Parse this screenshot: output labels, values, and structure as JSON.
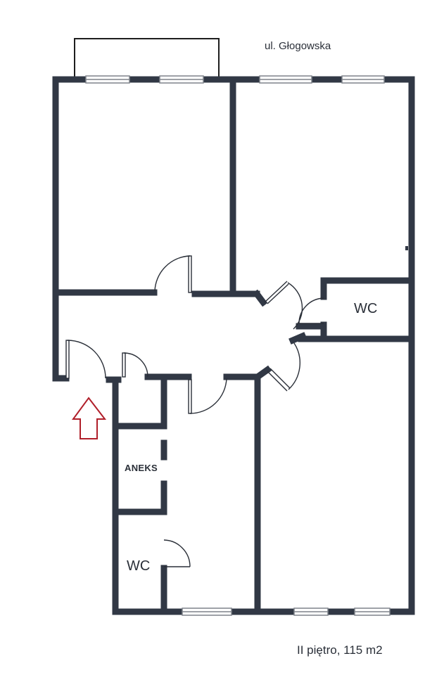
{
  "street_label": "ul. Głogowska",
  "rooms": {
    "wc_upper": "WC",
    "aneks": "ANEKS",
    "wc_lower": "WC"
  },
  "floor_info": "II piętro, 115 m2",
  "colors": {
    "wall": "#313845",
    "window_frame": "#7e828a",
    "window_fill": "#ffffff",
    "entrance_arrow": "#b01f2a",
    "background": "#ffffff"
  },
  "icons": {
    "entrance": "entrance-arrow-icon"
  }
}
